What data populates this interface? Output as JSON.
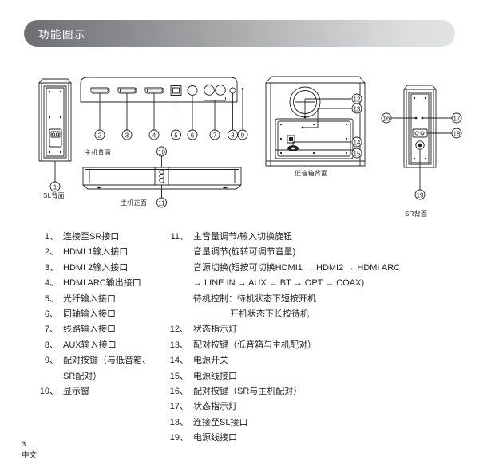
{
  "header": {
    "title": "功能图示"
  },
  "figures": {
    "sl_rear": "SL背面",
    "main_rear": "主机背面",
    "main_front": "主机正面",
    "subwoofer_rear": "低音箱背面",
    "sr_rear": "SR背面"
  },
  "callouts": {
    "c1": "1",
    "c2": "2",
    "c3": "3",
    "c4": "4",
    "c5": "5",
    "c6": "6",
    "c7": "7",
    "c8": "8",
    "c9": "9",
    "c10": "10",
    "c11": "11",
    "c12": "12",
    "c13": "13",
    "c14": "14",
    "c15": "15",
    "c16": "16",
    "c17": "17",
    "c18": "18",
    "c19": "19"
  },
  "legend_left": [
    {
      "num": "1、",
      "text": "连接至SR接口"
    },
    {
      "num": "2、",
      "text": "HDMI 1输入接口"
    },
    {
      "num": "3、",
      "text": "HDMI 2输入接口"
    },
    {
      "num": "4、",
      "text": "HDMI ARC输出接口"
    },
    {
      "num": "5、",
      "text": "光纤输入接口"
    },
    {
      "num": "6、",
      "text": "同轴输入接口"
    },
    {
      "num": "7、",
      "text": "线路输入接口"
    },
    {
      "num": "8、",
      "text": "AUX输入接口"
    },
    {
      "num": "9、",
      "text": "配对按键（与低音箱、",
      "cont": "SR配对）"
    },
    {
      "num": "10、",
      "text": "显示窗"
    }
  ],
  "legend_right": [
    {
      "num": "11、",
      "text": "主音量调节/输入切换旋钮",
      "lines": [
        "音量调节(旋转可调节音量)",
        "音源切换(短按可切换HDMI1 → HDMI2 → HDMI ARC",
        "→ LINE IN → AUX → BT → OPT → COAX)",
        "待机控制：待机状态下短按开机"
      ],
      "deep_lines": [
        "开机状态下长按待机"
      ]
    },
    {
      "num": "12、",
      "text": "状态指示灯"
    },
    {
      "num": "13、",
      "text": "配对按键（低音箱与主机配对）"
    },
    {
      "num": "14、",
      "text": "电源开关"
    },
    {
      "num": "15、",
      "text": "电源线接口"
    },
    {
      "num": "16、",
      "text": "配对按键（SR与主机配对）"
    },
    {
      "num": "17、",
      "text": "状态指示灯"
    },
    {
      "num": "18、",
      "text": "连接至SL接口"
    },
    {
      "num": "19、",
      "text": "电源线接口"
    }
  ],
  "footer": {
    "page": "3",
    "language": "中文"
  },
  "colors": {
    "ink": "#231f20",
    "header_dark": "#6d6e71",
    "header_light": "#e2e3e5"
  }
}
